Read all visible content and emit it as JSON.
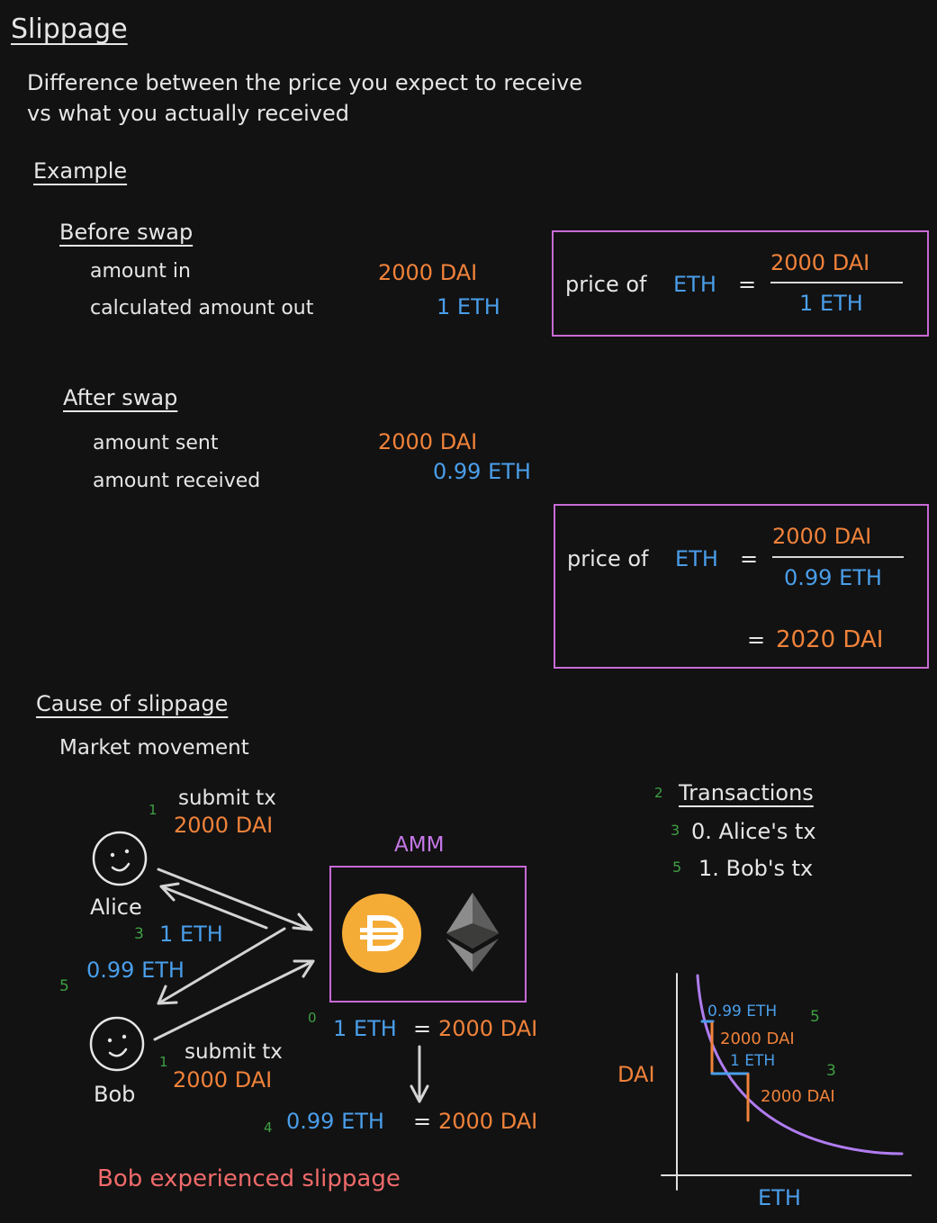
{
  "title": "Slippage",
  "definition": {
    "line1": "Difference between the price you expect to receive",
    "line2": "vs what you actually received"
  },
  "example": {
    "heading": "Example",
    "before": {
      "heading": "Before swap",
      "amount_in_label": "amount in",
      "amount_in_value": "2000 DAI",
      "amount_out_label": "calculated amount out",
      "amount_out_value": "1 ETH",
      "price_label": "price of",
      "price_token": "ETH",
      "equals": "=",
      "numerator": "2000 DAI",
      "denominator": "1 ETH"
    },
    "after": {
      "heading": "After swap",
      "sent_label": "amount sent",
      "sent_value": "2000 DAI",
      "received_label": "amount received",
      "received_value": "0.99 ETH",
      "price_label": "price of",
      "price_token": "ETH",
      "equals": "=",
      "numerator": "2000 DAI",
      "denominator": "0.99 ETH",
      "result_equals": "=",
      "result": "2020 DAI"
    }
  },
  "cause": {
    "heading": "Cause of slippage",
    "subheading": "Market movement",
    "alice": {
      "name": "Alice",
      "step": "1",
      "action": "submit tx",
      "amount": "2000 DAI",
      "receive_step": "3",
      "receive_amount": "1 ETH"
    },
    "bob": {
      "name": "Bob",
      "step": "1",
      "action": "submit tx",
      "amount": "2000 DAI",
      "receive_step": "5",
      "receive_amount": "0.99 ETH"
    },
    "amm": {
      "label": "AMM",
      "price_step_before": "0",
      "price_before_eth": "1 ETH",
      "price_before_eq": "=",
      "price_before_dai": "2000 DAI",
      "price_step_after": "4",
      "price_after_eth": "0.99 ETH",
      "price_after_eq": "=",
      "price_after_dai": "2000 DAI"
    },
    "transactions": {
      "step": "2",
      "heading": "Transactions",
      "items": [
        {
          "step": "3",
          "label": "0. Alice's tx"
        },
        {
          "step": "5",
          "label": "1. Bob's tx"
        }
      ]
    },
    "curve": {
      "y_axis": "DAI",
      "x_axis": "ETH",
      "bob_eth": "0.99 ETH",
      "bob_step": "5",
      "bob_dai": "2000 DAI",
      "alice_eth": "1 ETH",
      "alice_step": "3",
      "alice_dai": "2000 DAI"
    },
    "conclusion": "Bob experienced slippage"
  },
  "colors": {
    "dai": "#f0823a",
    "eth": "#4a9eea",
    "step": "#3fa043",
    "box": "#c86ad6",
    "curve": "#b07cf0",
    "conclusion": "#f06a6a"
  }
}
